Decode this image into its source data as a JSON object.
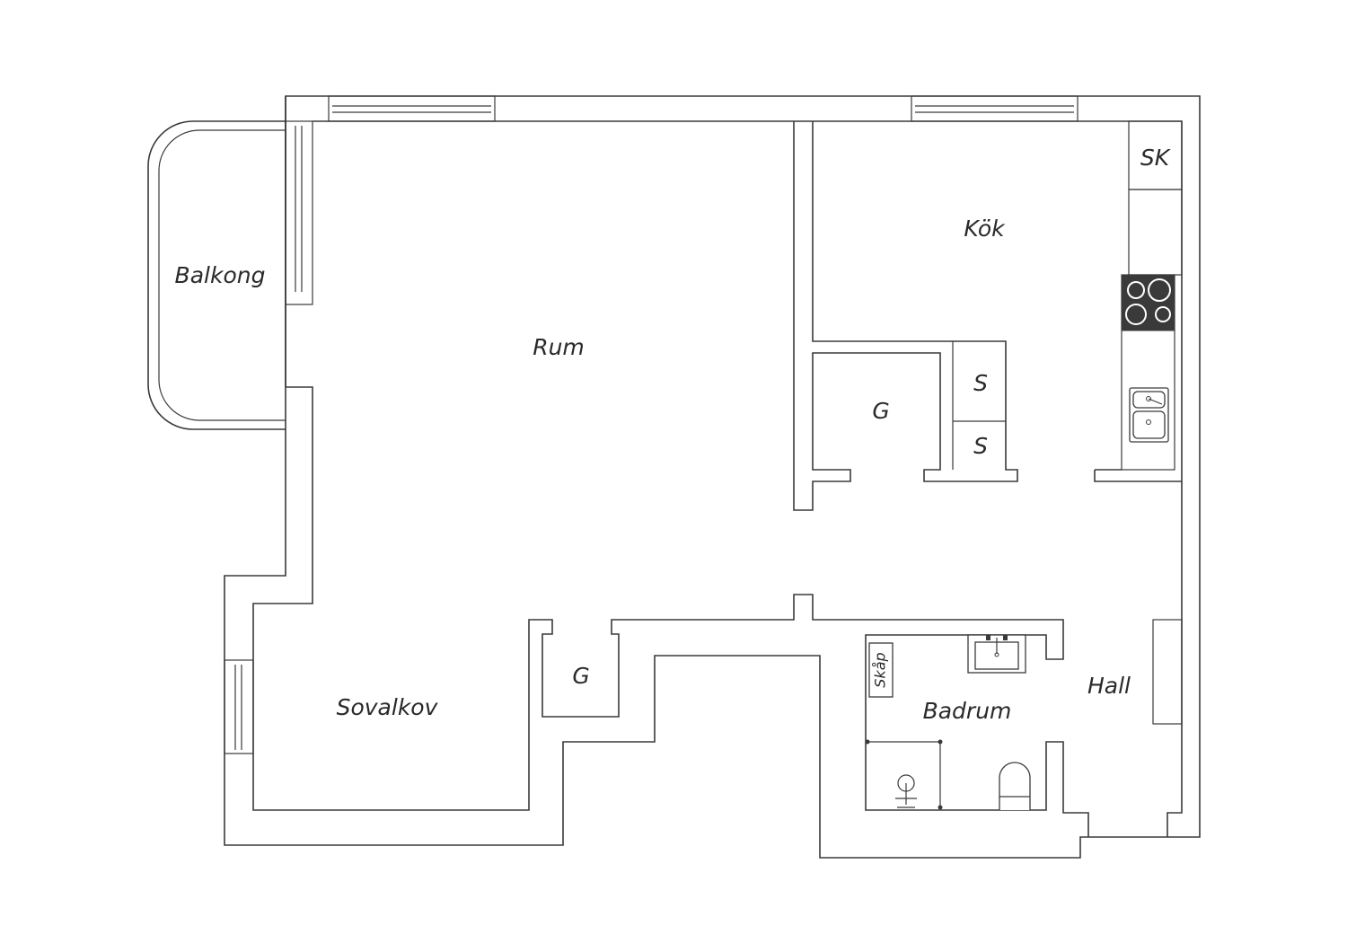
{
  "rooms": {
    "balkong": "Balkong",
    "rum": "Rum",
    "kok": "Kök",
    "sk": "SK",
    "garderob_1": "G",
    "garderob_2": "G",
    "skap_1": "S",
    "skap_2": "S",
    "sovalkov": "Sovalkov",
    "badrum": "Badrum",
    "bad_skap": "Skåp",
    "hall": "Hall"
  }
}
